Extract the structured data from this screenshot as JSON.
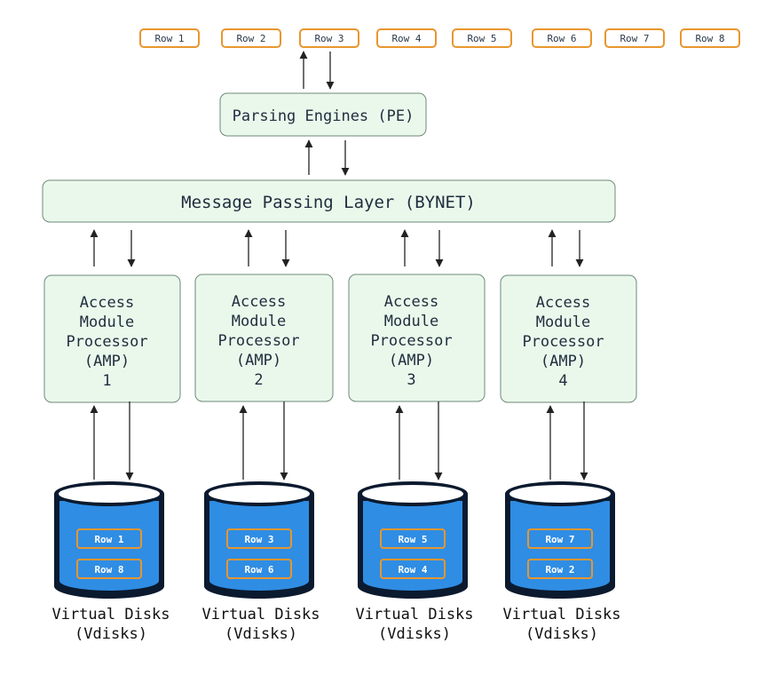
{
  "top_rows": [
    "Row 1",
    "Row 2",
    "Row 3",
    "Row 4",
    "Row 5",
    "Row 6",
    "Row 7",
    "Row 8"
  ],
  "parsing_engine": {
    "label": "Parsing Engines (PE)"
  },
  "message_layer": {
    "label": "Message Passing Layer (BYNET)"
  },
  "amps": [
    {
      "lines": [
        "Access",
        "Module",
        "Processor",
        "(AMP)",
        "1"
      ]
    },
    {
      "lines": [
        "Access",
        "Module",
        "Processor",
        "(AMP)",
        "2"
      ]
    },
    {
      "lines": [
        "Access",
        "Module",
        "Processor",
        "(AMP)",
        "3"
      ]
    },
    {
      "lines": [
        "Access",
        "Module",
        "Processor",
        "(AMP)",
        "4"
      ]
    }
  ],
  "vdisks": [
    {
      "rows": [
        "Row 1",
        "Row 8"
      ],
      "caption": [
        "Virtual Disks",
        "(Vdisks)"
      ]
    },
    {
      "rows": [
        "Row 3",
        "Row 6"
      ],
      "caption": [
        "Virtual Disks",
        "(Vdisks)"
      ]
    },
    {
      "rows": [
        "Row 5",
        "Row 4"
      ],
      "caption": [
        "Virtual Disks",
        "(Vdisks)"
      ]
    },
    {
      "rows": [
        "Row 7",
        "Row 2"
      ],
      "caption": [
        "Virtual Disks",
        "(Vdisks)"
      ]
    }
  ],
  "colors": {
    "row_border": "#e8962e",
    "box_fill": "#eaf8ec",
    "disk_blue": "#2f8de4",
    "disk_dark": "#0b1a2e"
  }
}
